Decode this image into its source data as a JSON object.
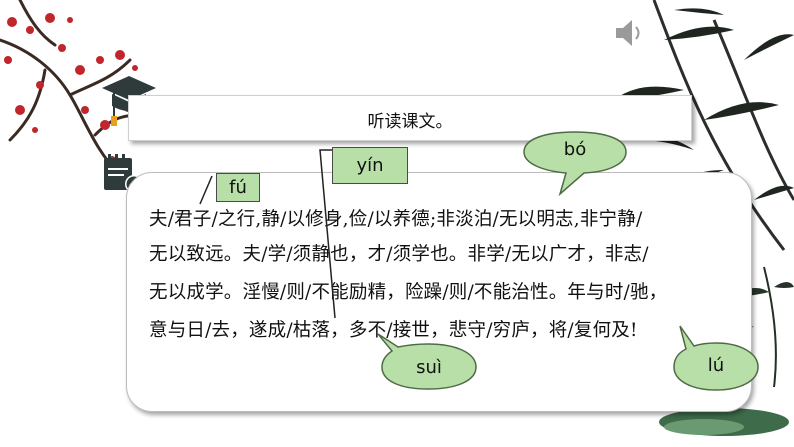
{
  "title": "听读课文。",
  "pinyin": {
    "fu": "fú",
    "yin": "yín",
    "bo": "bó",
    "sui": "suì",
    "lu": "lú"
  },
  "text_lines": [
    "夫/君子/之行,静/以修身,俭/以养德;非淡泊/无以明志,非宁静/",
    "无以致远。夫/学/须静也，才/须学也。非学/无以广才，非志/",
    "无以成学。淫慢/则/不能励精，险躁/则/不能治性。年与时/驰，",
    "意与日/去，遂成/枯落，多不/接世，悲守/穷庐，将/复何及!"
  ],
  "colors": {
    "bubble": "#b9dfa9",
    "bubble_border": "#4f6b45",
    "accent_dark": "#2f3b3b"
  },
  "icons": {
    "speaker": "speaker-icon",
    "cap": "graduation-cap-icon",
    "note": "notepad-check-icon"
  }
}
